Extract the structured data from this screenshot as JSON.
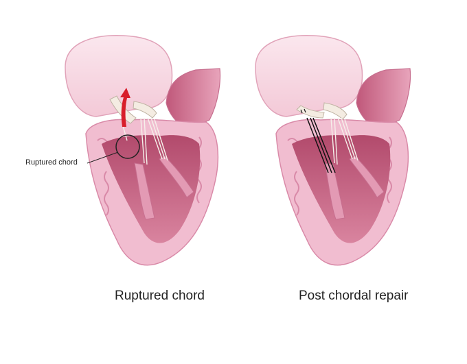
{
  "figure": {
    "left_panel": {
      "caption": "Ruptured chord",
      "callout_label": "Ruptured chord"
    },
    "right_panel": {
      "caption": "Post chordal repair"
    },
    "colors": {
      "myocardium": "#f1bdd0",
      "myocardium_dark": "#d98aa8",
      "cavity": "#c9607f",
      "cavity_light": "#e39ab4",
      "atrium": "#f6d3df",
      "valve": "#f4ece2",
      "arrow": "#d81e2b",
      "suture": "#111111"
    },
    "icons": [
      "regurgitation-arrow",
      "magnifier-circle"
    ]
  }
}
